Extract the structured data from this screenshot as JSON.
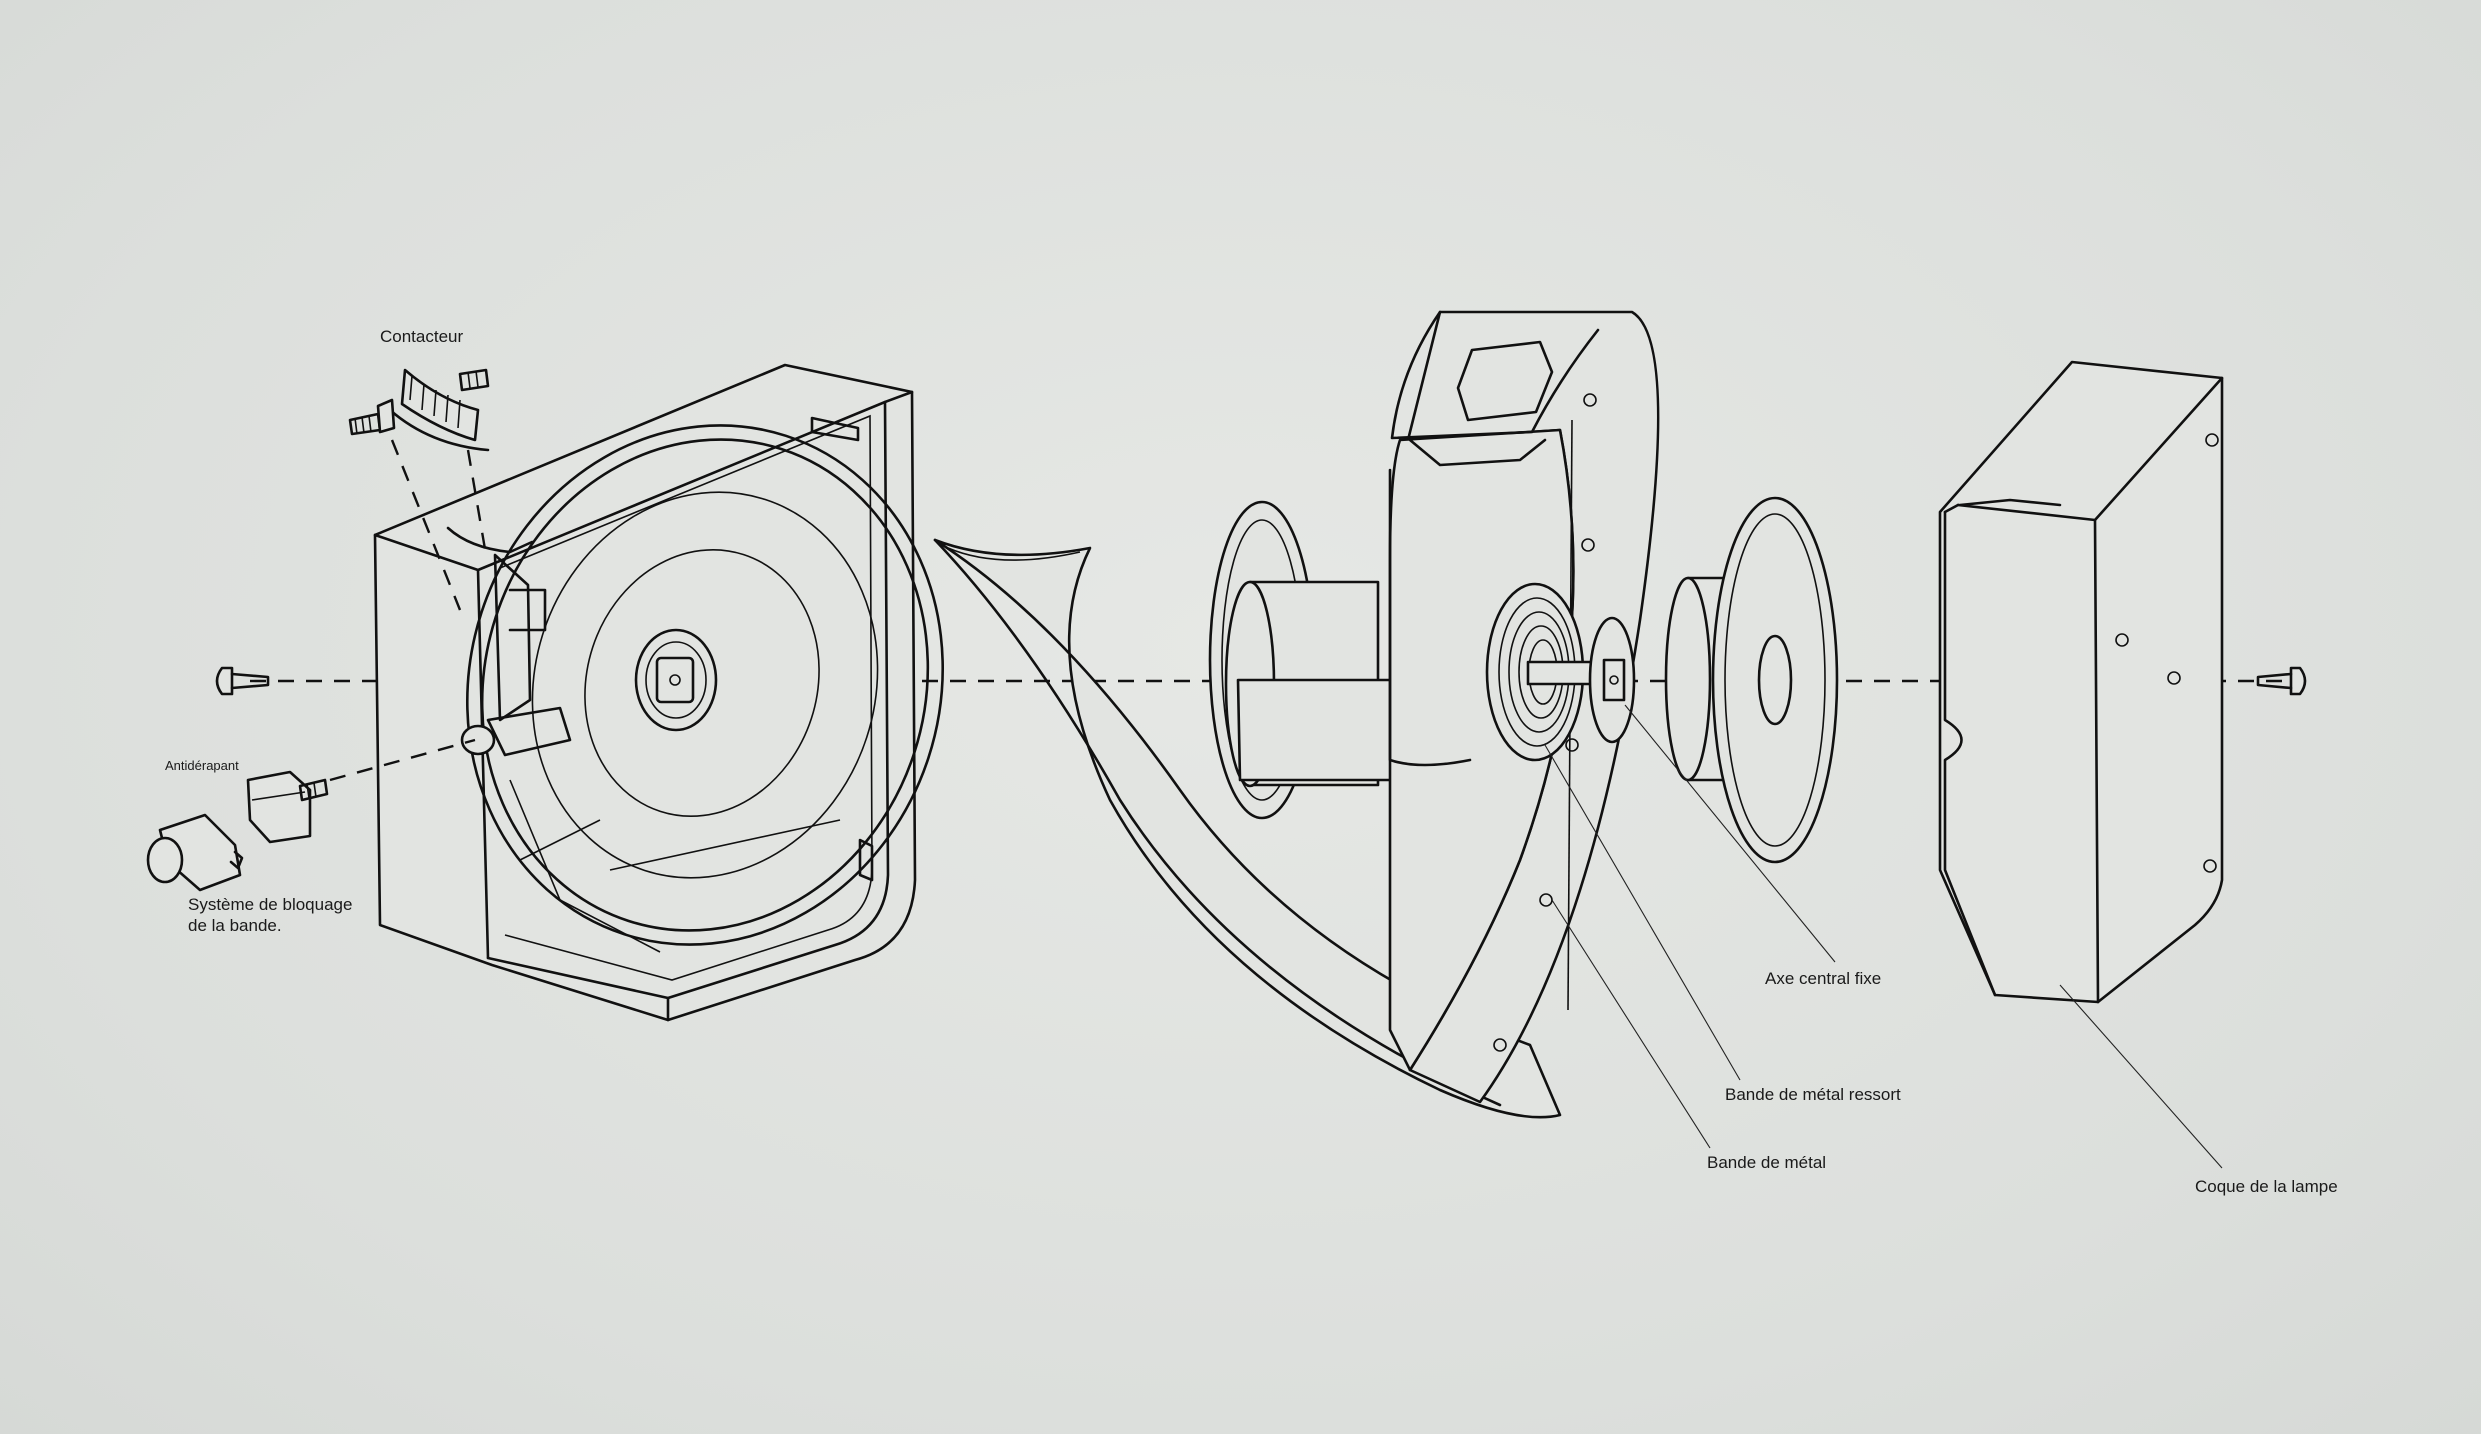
{
  "labels": {
    "contacteur": "Contacteur",
    "antiderapant": "Antidérapant",
    "systeme_line1": "Système de bloquage",
    "systeme_line2": "de la bande.",
    "axe_central": "Axe central fixe",
    "bande_ressort": "Bande de métal ressort",
    "bande_metal": "Bande de métal",
    "coque": "Coque de la lampe"
  },
  "colors": {
    "background": "#dfe2df",
    "line": "#111111"
  }
}
